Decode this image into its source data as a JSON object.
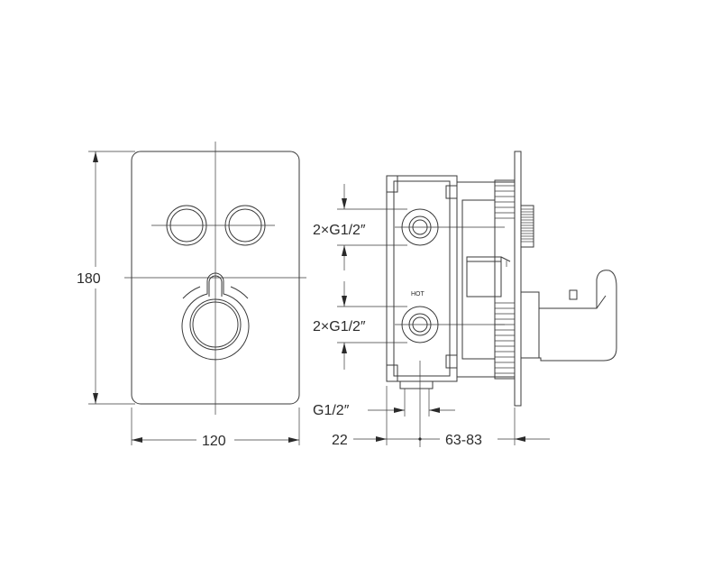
{
  "front_view": {
    "height_label": "180",
    "width_label": "120"
  },
  "side_view": {
    "outlet_upper_label": "2×G1/2″",
    "outlet_lower_label": "2×G1/2″",
    "hot_label": "HOT",
    "inlet_label": "G1/2″",
    "depth_label": "22",
    "range_label": "63-83"
  }
}
